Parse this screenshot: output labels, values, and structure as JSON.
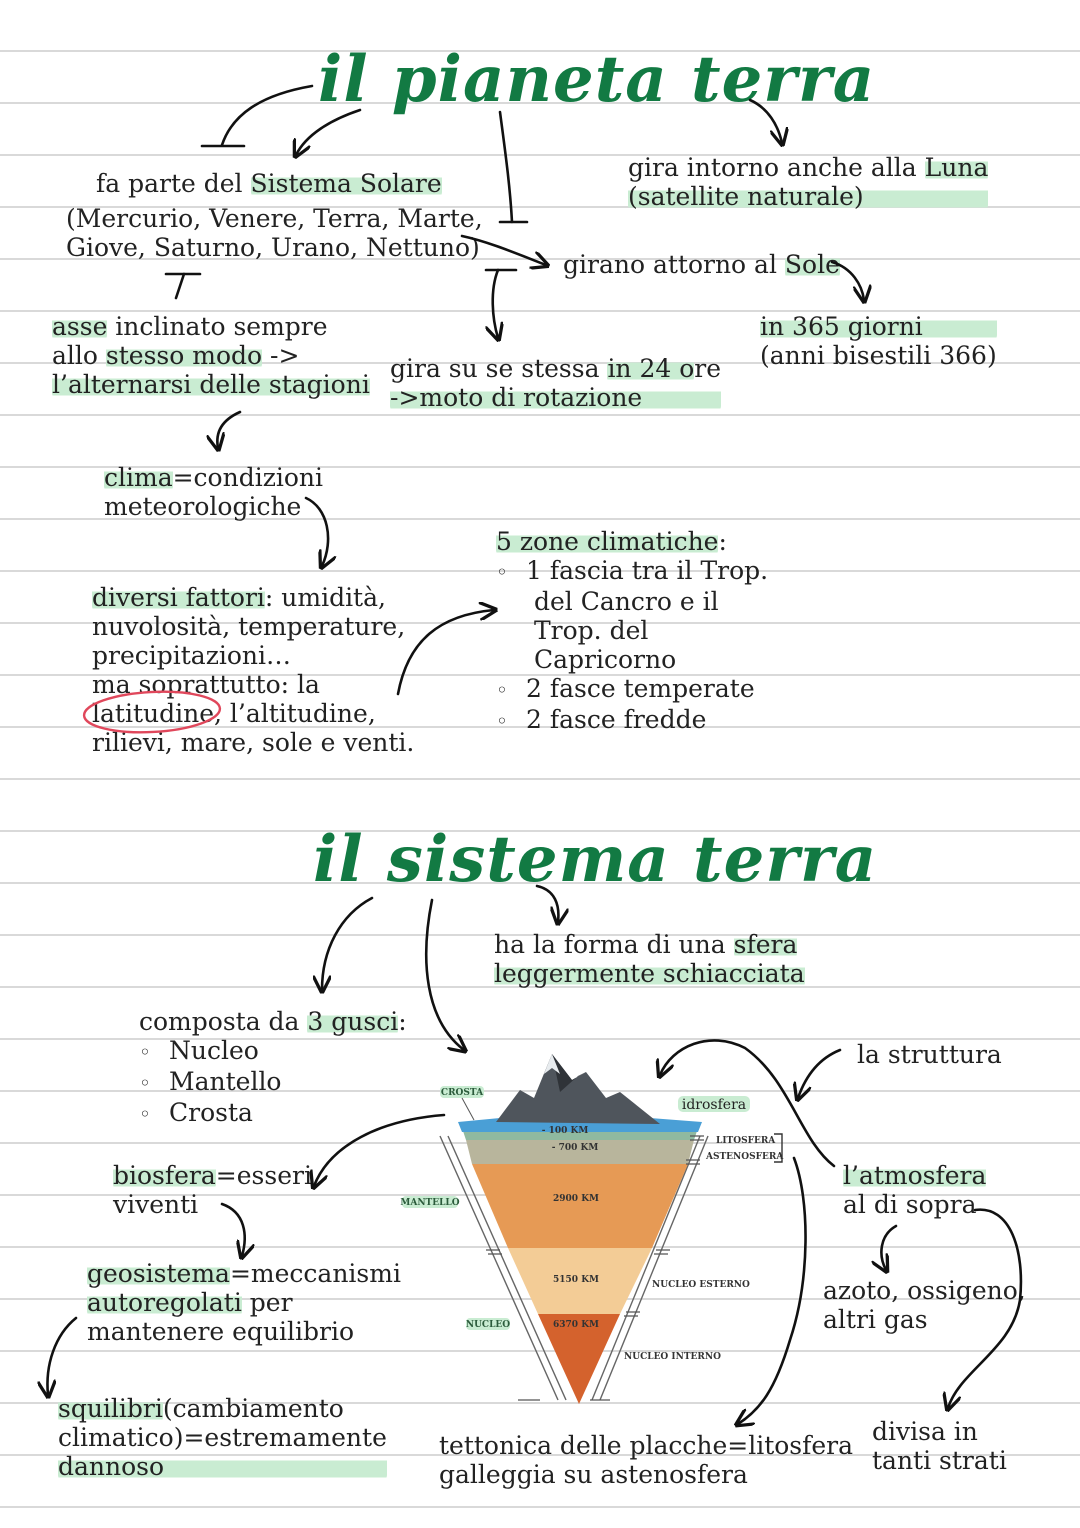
{
  "section1": {
    "title": "il pianeta terra",
    "sistema_solare": {
      "pre": "fa parte del ",
      "hl": "Sistema Solare"
    },
    "pianeti_l1": "(Mercurio, Venere, Terra, Marte,",
    "pianeti_l2": "Giove, Saturno, Urano, Nettuno)",
    "luna": {
      "pre": "gira intorno anche alla ",
      "hl": "Luna",
      "l2": "(satellite naturale)"
    },
    "sole": {
      "pre": "girano attorno al ",
      "hl": "Sole"
    },
    "giorni": {
      "hl": "in 365 giorni",
      "l2": "(anni bisestili 366)"
    },
    "asse": {
      "hl1": "asse",
      "rest1": " inclinato sempre",
      "pre2": "allo ",
      "hl2": "stesso modo",
      "rest2": " ->",
      "hl3": "l’alternarsi delle stagioni"
    },
    "rotazione": {
      "pre": "gira su se stessa ",
      "hl": "in 24 o",
      "rest": "re",
      "l2": "->moto di rotazione"
    },
    "clima": {
      "hl": "clima",
      "rest": "=condizioni",
      "l2": "meteorologiche"
    },
    "fattori": {
      "hl": "diversi fattori",
      "rest": ": umidità,",
      "l2": "nuvolosità, temperature,",
      "l3": "precipitazioni…",
      "l4": "ma soprattutto: la",
      "circled": "latitudine",
      "l5rest": ", l’altitudine,",
      "l6": "rilievi, mare, sole e venti."
    },
    "zone": {
      "hl": "5 zone climatiche",
      "rest": ":",
      "b1": "1 fascia tra il Trop.",
      "b1a": "del Cancro e il",
      "b1b": "Trop. del",
      "b1c": "Capricorno",
      "b2": "2 fasce temperate",
      "b3": "2 fasce fredde"
    }
  },
  "section2": {
    "title": "il sistema terra",
    "sfera": {
      "pre": "ha la forma di una ",
      "hl": "sfera",
      "hl2": "leggermente schiacciata"
    },
    "gusci": {
      "pre": "composta da ",
      "hl": "3 gusci",
      "rest": ":",
      "items": [
        "Nucleo",
        "Mantello",
        "Crosta"
      ]
    },
    "struttura": "la struttura",
    "biosfera": {
      "hl": "biosfera",
      "rest": "=esseri",
      "l2": "viventi"
    },
    "atmosfera": {
      "hl": "l’atmosfera",
      "l2": "al di sopra"
    },
    "gas": {
      "l1": "azoto, ossigeno,",
      "l2": "altri gas"
    },
    "geosistema": {
      "hl": "geosistema",
      "rest": "=meccanismi",
      "hl2": "autoregolati",
      "rest2": " per",
      "l3": "mantenere equilibrio"
    },
    "squilibri": {
      "hl": "squilibri",
      "rest": "(cambiamento",
      "l2": "climatico)=estremamente",
      "hl3": "dannoso"
    },
    "tettonica": {
      "l1": "tettonica delle placche=litosfera",
      "l2": "galleggia su astenosfera"
    },
    "strati": {
      "l1": "divisa in",
      "l2": "tanti strati"
    }
  },
  "diagram": {
    "crosta": "CROSTA",
    "idrosfera": "idrosfera",
    "litosfera": "LITOSFERA",
    "astenosfera": "ASTENOSFERA",
    "mantello": "MANTELLO",
    "nucleo": "NUCLEO",
    "nucleo_esterno": "NUCLEO ESTERNO",
    "nucleo_interno": "NUCLEO INTERNO",
    "d100": "- 100 KM",
    "d700": "- 700 KM",
    "d2900": "2900 KM",
    "d5150": "5150 KM",
    "d6370": "6370 KM",
    "colors": {
      "mountain": "#4f555c",
      "ocean": "#4a9fd6",
      "lito": "#8fb9a0",
      "asteno": "#b8b59c",
      "mantle": "#e69a55",
      "outer": "#f3cc96",
      "inner": "#d4622d"
    }
  }
}
